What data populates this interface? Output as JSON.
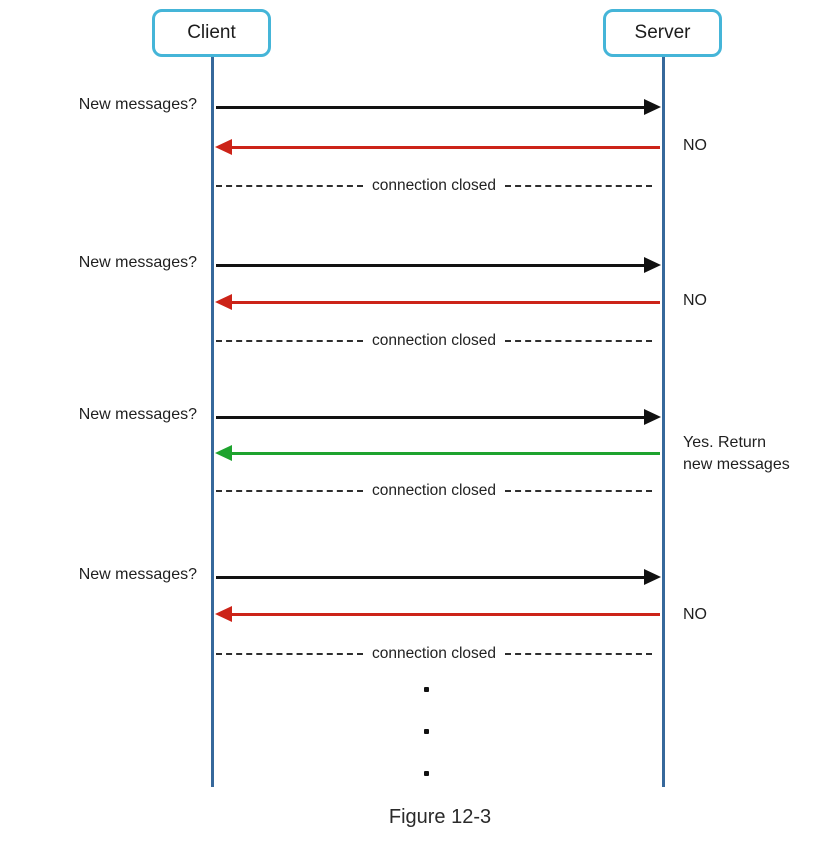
{
  "diagram": {
    "caption": "Figure 12-3",
    "actors": {
      "client": "Client",
      "server": "Server"
    },
    "colors": {
      "actor_border": "#45b5d8",
      "lifeline": "#36689b",
      "request_arrow": "#111111",
      "no_response_arrow": "#cc2318",
      "yes_response_arrow": "#1ea32e"
    },
    "exchanges": [
      {
        "request_label": "New messages?",
        "response_type": "no",
        "response_lines": [
          "NO"
        ],
        "closed_label": "connection closed"
      },
      {
        "request_label": "New messages?",
        "response_type": "no",
        "response_lines": [
          "NO"
        ],
        "closed_label": "connection closed"
      },
      {
        "request_label": "New messages?",
        "response_type": "yes",
        "response_lines": [
          "Yes. Return",
          "new messages"
        ],
        "closed_label": "connection closed"
      },
      {
        "request_label": "New messages?",
        "response_type": "no",
        "response_lines": [
          "NO"
        ],
        "closed_label": "connection closed"
      }
    ],
    "ellipsis": [
      ".",
      ".",
      "."
    ]
  }
}
